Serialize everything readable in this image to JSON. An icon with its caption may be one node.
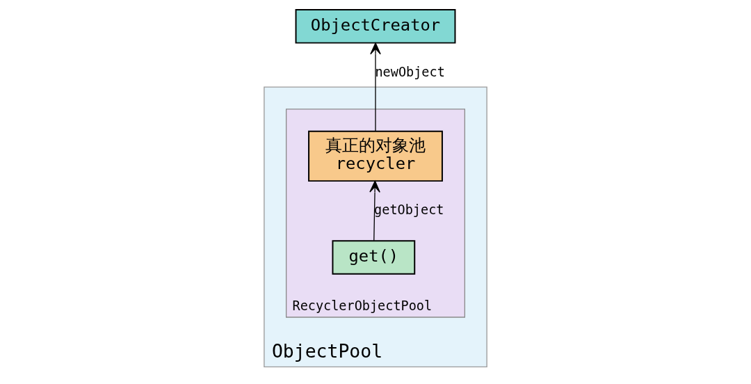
{
  "diagram": {
    "nodes": [
      {
        "text": [
          "ObjectPool"
        ]
      },
      {
        "text": [
          "RecyclerObjectPool"
        ],
        "in": 0
      },
      {
        "text": [
          "真正的对象池",
          "recycler"
        ],
        "in": 1
      },
      {
        "text": [
          "get()"
        ],
        "in": 1
      },
      {
        "text": [
          "ObjectCreator"
        ]
      }
    ],
    "edges": [
      {
        "from": 3,
        "to": 2,
        "arrow": "to",
        "label": "getObject"
      },
      {
        "from": 2,
        "to": 4,
        "arrow": "to",
        "label": "newObject"
      }
    ]
  }
}
